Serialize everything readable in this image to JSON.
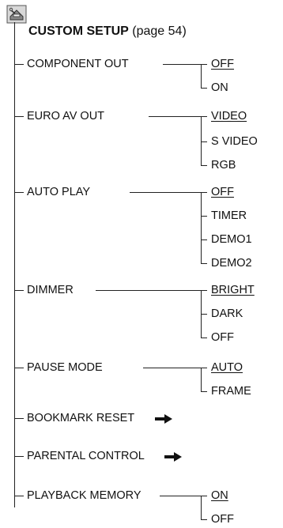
{
  "title": {
    "main": "CUSTOM SETUP",
    "page": " (page 54)"
  },
  "icon": "toolbox-icon",
  "menu": [
    {
      "label": "COMPONENT OUT",
      "options": [
        "OFF",
        "ON"
      ],
      "default_index": 0
    },
    {
      "label": "EURO AV OUT",
      "options": [
        "VIDEO",
        "S VIDEO",
        "RGB"
      ],
      "default_index": 0
    },
    {
      "label": "AUTO PLAY",
      "options": [
        "OFF",
        "TIMER",
        "DEMO1",
        "DEMO2"
      ],
      "default_index": 0
    },
    {
      "label": "DIMMER",
      "options": [
        "BRIGHT",
        "DARK",
        "OFF"
      ],
      "default_index": 0
    },
    {
      "label": "PAUSE MODE",
      "options": [
        "AUTO",
        "FRAME"
      ],
      "default_index": 0
    },
    {
      "label": "BOOKMARK RESET",
      "options": [],
      "submenu": true
    },
    {
      "label": "PARENTAL CONTROL",
      "options": [],
      "submenu": true
    },
    {
      "label": "PLAYBACK MEMORY",
      "options": [
        "ON",
        "OFF"
      ],
      "default_index": 0
    }
  ]
}
